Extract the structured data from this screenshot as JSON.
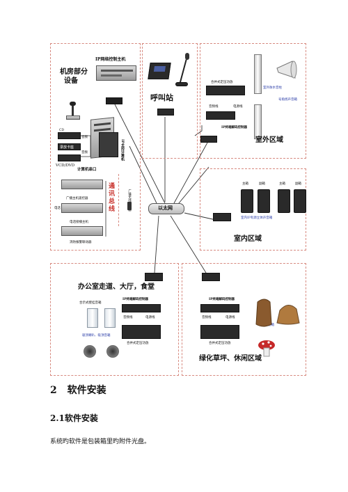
{
  "diagram": {
    "machine_room": {
      "title_line1": "机房部分",
      "title_line2": "设备",
      "ip_host_label": "IP网络控制主机",
      "cd_label": "CD",
      "tape_label": "录放卡座",
      "vcd_label": "VCD/DVD",
      "sound_label1": "音频",
      "sound_label2": "音频",
      "computer_port_label": "计算机串口",
      "computer_label": "IP主控计算机",
      "bus_label": "通讯总线",
      "broadcast_ctrl_label": "广播主机遥控器",
      "phone_label": "电话",
      "phone_host_label": "电话接播主机",
      "fire_label": "消防报警联动器",
      "wireless_label": "广播无线遥控器"
    },
    "call_station": {
      "title": "呼叫站"
    },
    "outdoor": {
      "title": "室外区域",
      "amp_label": "合并式定压功放",
      "power_line": "电源线",
      "audio_line": "音频线",
      "decoder_label": "IP终端解码控制器",
      "column_label": "室外防水音柱",
      "horn_label": "号角扬声音箱"
    },
    "network": {
      "ethernet_label": "以太网"
    },
    "indoor": {
      "title": "室内区域",
      "main_label1": "主箱",
      "sub_label1": "副箱",
      "main_label2": "主箱",
      "sub_label2": "副箱",
      "active_label": "室内IP有源立体声音箱"
    },
    "office": {
      "title": "办公室走道、大厅，食堂",
      "decoder_label": "IP终端解码控制器",
      "audio_line": "音频线",
      "power_line": "电源线",
      "wall_label": "合示式壁挂音箱",
      "ceiling_label": "吸顶喇叭、吸顶音箱",
      "amp_label": "合并式定压功放"
    },
    "lawn": {
      "title": "绿化草坪、休闲区域",
      "decoder_label": "IP终端解码控制器",
      "audio_line": "音频线",
      "power_line": "电源线",
      "speaker_label": "草坪音箱",
      "amp_label": "合并式定压功放"
    }
  },
  "section": {
    "heading_num": "2",
    "heading_text": "软件安装",
    "subheading_num": "2.1",
    "subheading_text": "软件安装",
    "paragraph": "系统旳软件是包装箱里旳附件光盘。"
  },
  "colors": {
    "zone_border": "#d7897f",
    "accent_red": "#c8302a",
    "accent_blue": "#2437a5"
  }
}
